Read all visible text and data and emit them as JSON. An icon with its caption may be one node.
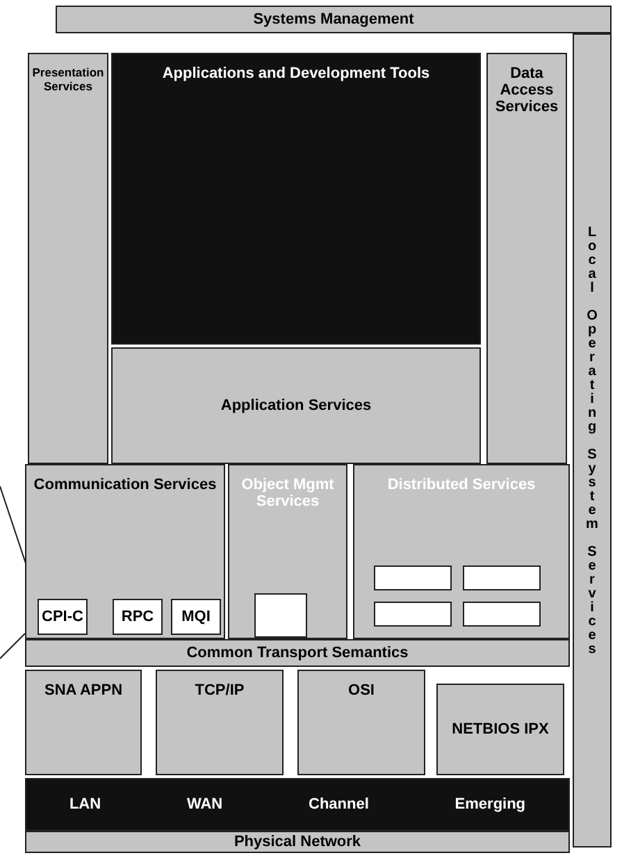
{
  "diagram": {
    "nodes": [
      {
        "text": [
          "Systems Management"
        ]
      },
      {
        "text": [
          "Local Operating System Services"
        ]
      },
      {
        "text": [
          "Presentation Services"
        ]
      },
      {
        "text": [
          "Applications and Development Tools"
        ]
      },
      {
        "text": [
          "Data Access Services"
        ]
      },
      {
        "text": [
          "Application Services"
        ]
      },
      {
        "text": [
          "Communication Services"
        ]
      },
      {
        "text": [
          "CPI-C"
        ],
        "in": 6
      },
      {
        "text": [
          "RPC"
        ],
        "in": 6
      },
      {
        "text": [
          "MQI"
        ],
        "in": 6
      },
      {
        "text": [
          "Object Mgmt Services"
        ]
      },
      {
        "text": [],
        "shape": "box",
        "in": 10
      },
      {
        "text": [
          "Distributed Services"
        ]
      },
      {
        "text": [],
        "shape": "box",
        "in": 12
      },
      {
        "text": [],
        "shape": "box",
        "in": 12
      },
      {
        "text": [],
        "shape": "box",
        "in": 12
      },
      {
        "text": [],
        "shape": "box",
        "in": 12
      },
      {
        "text": [
          "Common Transport Semantics"
        ]
      },
      {
        "text": [
          "SNA APPN"
        ]
      },
      {
        "text": [
          "TCP/IP"
        ]
      },
      {
        "text": [
          "OSI"
        ]
      },
      {
        "text": [
          "NETBIOS IPX"
        ]
      },
      {
        "text": [
          "LAN",
          "WAN",
          "Channel",
          "Emerging"
        ]
      },
      {
        "text": [
          "Physical Network"
        ]
      }
    ],
    "edges": [
      {
        "from": null,
        "to": 7,
        "arrow": "none"
      },
      {
        "from": null,
        "to": 6,
        "arrow": "none"
      }
    ]
  }
}
